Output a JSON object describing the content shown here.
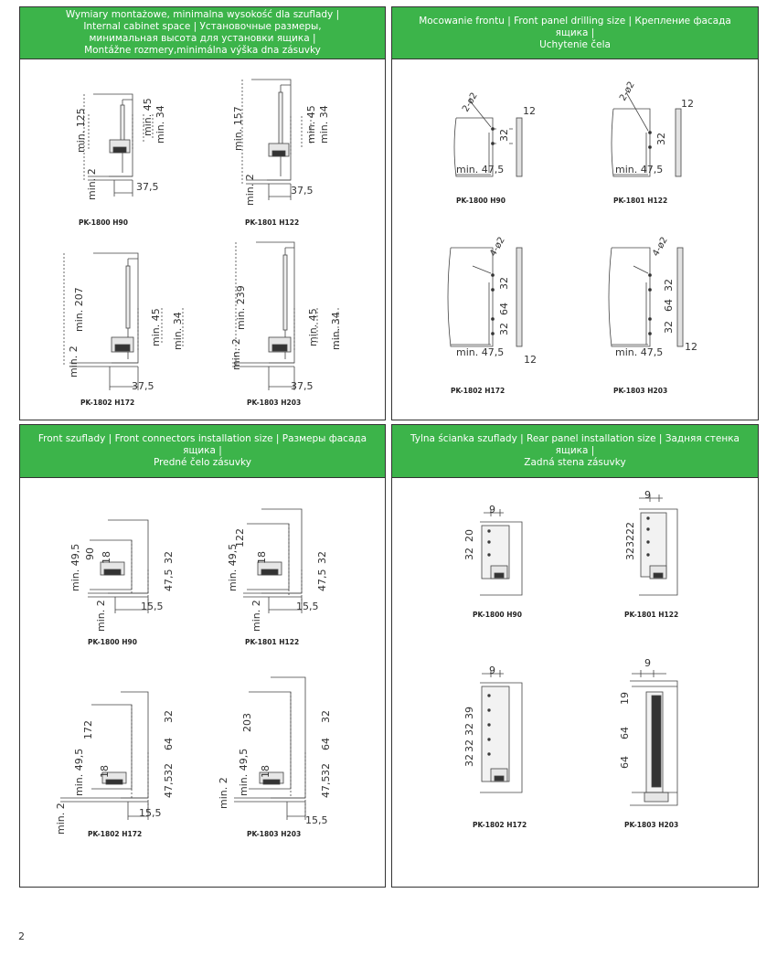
{
  "page_number": "2",
  "panels": {
    "p1": {
      "title_lines": [
        "Wymiary montażowe, minimalna wysokość dla szuflady |",
        "Internal cabinet space | Установочные размеры,",
        "минимальная высота для установки ящика |",
        "Montážne rozmery,minimálna výška dna zásuvky"
      ],
      "captions": [
        "PK-1800 H90",
        "PK-1801 H122",
        "PK-1802 H172",
        "PK-1803 H203"
      ],
      "dims": {
        "a": [
          "min. 125",
          "min. 45",
          "min. 34",
          "min. 2",
          "37,5"
        ],
        "b": [
          "min. 157",
          "min. 45",
          "min. 34",
          "min. 2",
          "37,5"
        ],
        "c": [
          "min. 207",
          "min. 45",
          "min. 34",
          "min. 2",
          "37,5"
        ],
        "d": [
          "min. 239",
          "min. 45",
          "min. 34",
          "min. 2",
          "37,5"
        ]
      }
    },
    "p2": {
      "title_lines": [
        "Mocowanie frontu | Front panel drilling size  | Крепление фасада ящика |",
        "Uchytenie čela"
      ],
      "captions": [
        "PK-1800 H90",
        "PK-1801 H122",
        "PK-1802 H172",
        "PK-1803 H203"
      ],
      "dims": {
        "a": [
          "2-ø2",
          "12",
          "32",
          "min. 47,5"
        ],
        "b": [
          "2-ø2",
          "12",
          "32",
          "min. 47,5"
        ],
        "c": [
          "4-ø2",
          "32",
          "64",
          "32",
          "min. 47,5",
          "12"
        ],
        "d": [
          "4-ø2",
          "32",
          "64",
          "32",
          "min. 47,5",
          "12"
        ]
      }
    },
    "p3": {
      "title_lines": [
        "Front szuflady | Front connectors installation size | Размеры фасада ящика |",
        "Predné čelo zásuvky"
      ],
      "captions": [
        "PK-1800 H90",
        "PK-1801 H122",
        "PK-1802 H172",
        "PK-1803 H203"
      ],
      "dims": {
        "a": [
          "min. 49,5",
          "90",
          "18",
          "32",
          "47,5",
          "min. 2",
          "15,5"
        ],
        "b": [
          "min. 49,5",
          "122",
          "18",
          "32",
          "47,5",
          "min. 2",
          "15,5"
        ],
        "c": [
          "172",
          "32",
          "64",
          "min. 49,5",
          "18",
          "32",
          "47,5",
          "min. 2",
          "15,5"
        ],
        "d": [
          "203",
          "32",
          "64",
          "min. 49,5",
          "18",
          "32",
          "47,5",
          "min. 2",
          "15,5"
        ]
      }
    },
    "p4": {
      "title_lines": [
        "Tylna ścianka szuflady | Rear panel installation size | Задняя стенка ящика |",
        "Zadná stena zásuvky"
      ],
      "captions": [
        "PK-1800 H90",
        "PK-1801 H122",
        "PK-1802 H172",
        "PK-1803 H203"
      ],
      "dims": {
        "a": [
          "9",
          "20",
          "32"
        ],
        "b": [
          "9",
          "22",
          "32",
          "32"
        ],
        "c": [
          "9",
          "39",
          "32",
          "32",
          "32"
        ],
        "d": [
          "9",
          "19",
          "64",
          "64"
        ]
      }
    }
  }
}
